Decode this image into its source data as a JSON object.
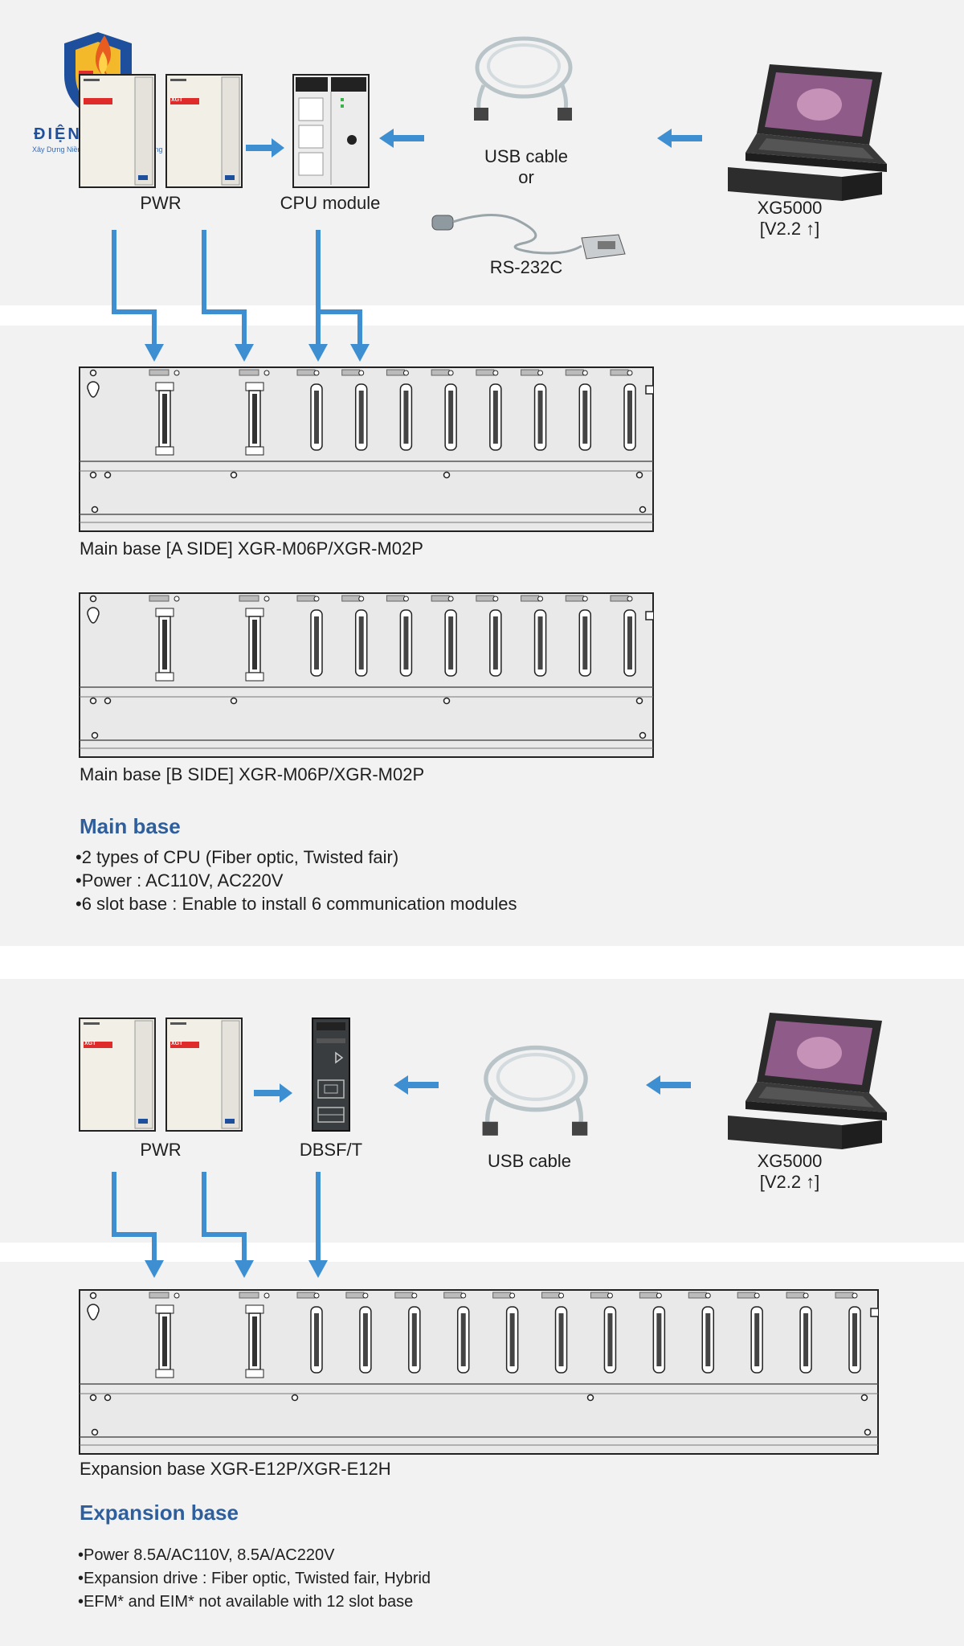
{
  "logo": {
    "name": "ĐIỆN NĂNG",
    "tagline": "Xây Dựng Niềm Tin - Dựng Uy Tín Vững"
  },
  "section1": {
    "pwr_label": "PWR",
    "cpu_label": "CPU module",
    "usb_label_line1": "USB cable",
    "usb_label_line2": "or",
    "rs232_label": "RS-232C",
    "pc_label_line1": "XG5000",
    "pc_label_line2": "[V2.2 ↑]",
    "module_brand": "XGT",
    "base_a_caption": "Main base [A SIDE] XGR-M06P/XGR-M02P",
    "base_b_caption": "Main base [B SIDE] XGR-M06P/XGR-M02P",
    "heading": "Main base",
    "bullets": [
      "2 types of CPU (Fiber optic, Twisted fair)",
      "Power : AC110V, AC220V",
      "6 slot base : Enable to install 6 communication modules"
    ]
  },
  "section2": {
    "pwr_label": "PWR",
    "dbsf_label": "DBSF/T",
    "usb_label": "USB cable",
    "pc_label_line1": "XG5000",
    "pc_label_line2": "[V2.2 ↑]",
    "module_brand": "XGT",
    "exp_caption": "Expansion base XGR-E12P/XGR-E12H",
    "heading": "Expansion base",
    "bullets": [
      "Power 8.5A/AC110V, 8.5A/AC220V",
      "Expansion drive : Fiber optic, Twisted fair, Hybrid",
      "EFM* and EIM* not available with 12 slot base"
    ]
  },
  "colors": {
    "arrow": "#3d8fd1",
    "heading": "#2e5e9c",
    "band": "#f2f2f2"
  }
}
